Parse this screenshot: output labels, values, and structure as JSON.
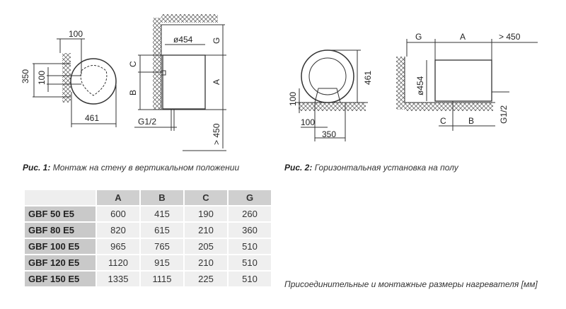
{
  "figure1": {
    "caption_label": "Рис. 1:",
    "caption_text": "Монтаж на стену в вертикальном положении",
    "dims": {
      "top_offset": "100",
      "height_outer": "350",
      "height_inner": "100",
      "width": "461",
      "diameter": "ø454",
      "g": "G",
      "c": "C",
      "b": "B",
      "a": "A",
      "pipe": "G1/2",
      "clearance": "> 450"
    }
  },
  "figure2": {
    "caption_label": "Рис. 2:",
    "caption_text": "Горизонтальная установка на полу",
    "dims": {
      "floor_height": "100",
      "foot_offset": "100",
      "foot_span": "350",
      "height": "461",
      "g": "G",
      "a": "A",
      "clearance": "> 450",
      "diameter": "ø454",
      "c": "C",
      "b": "B",
      "pipe": "G1/2"
    }
  },
  "table": {
    "headers": [
      "A",
      "B",
      "C",
      "G"
    ],
    "rows": [
      {
        "model": "GBF 50 E5",
        "values": [
          "600",
          "415",
          "190",
          "260"
        ]
      },
      {
        "model": "GBF 80 E5",
        "values": [
          "820",
          "615",
          "210",
          "360"
        ]
      },
      {
        "model": "GBF 100 E5",
        "values": [
          "965",
          "765",
          "205",
          "510"
        ]
      },
      {
        "model": "GBF 120 E5",
        "values": [
          "1120",
          "915",
          "210",
          "510"
        ]
      },
      {
        "model": "GBF 150 E5",
        "values": [
          "1335",
          "1115",
          "225",
          "510"
        ]
      }
    ]
  },
  "table_caption": "Присоединительные и монтажные размеры нагревателя [мм]"
}
